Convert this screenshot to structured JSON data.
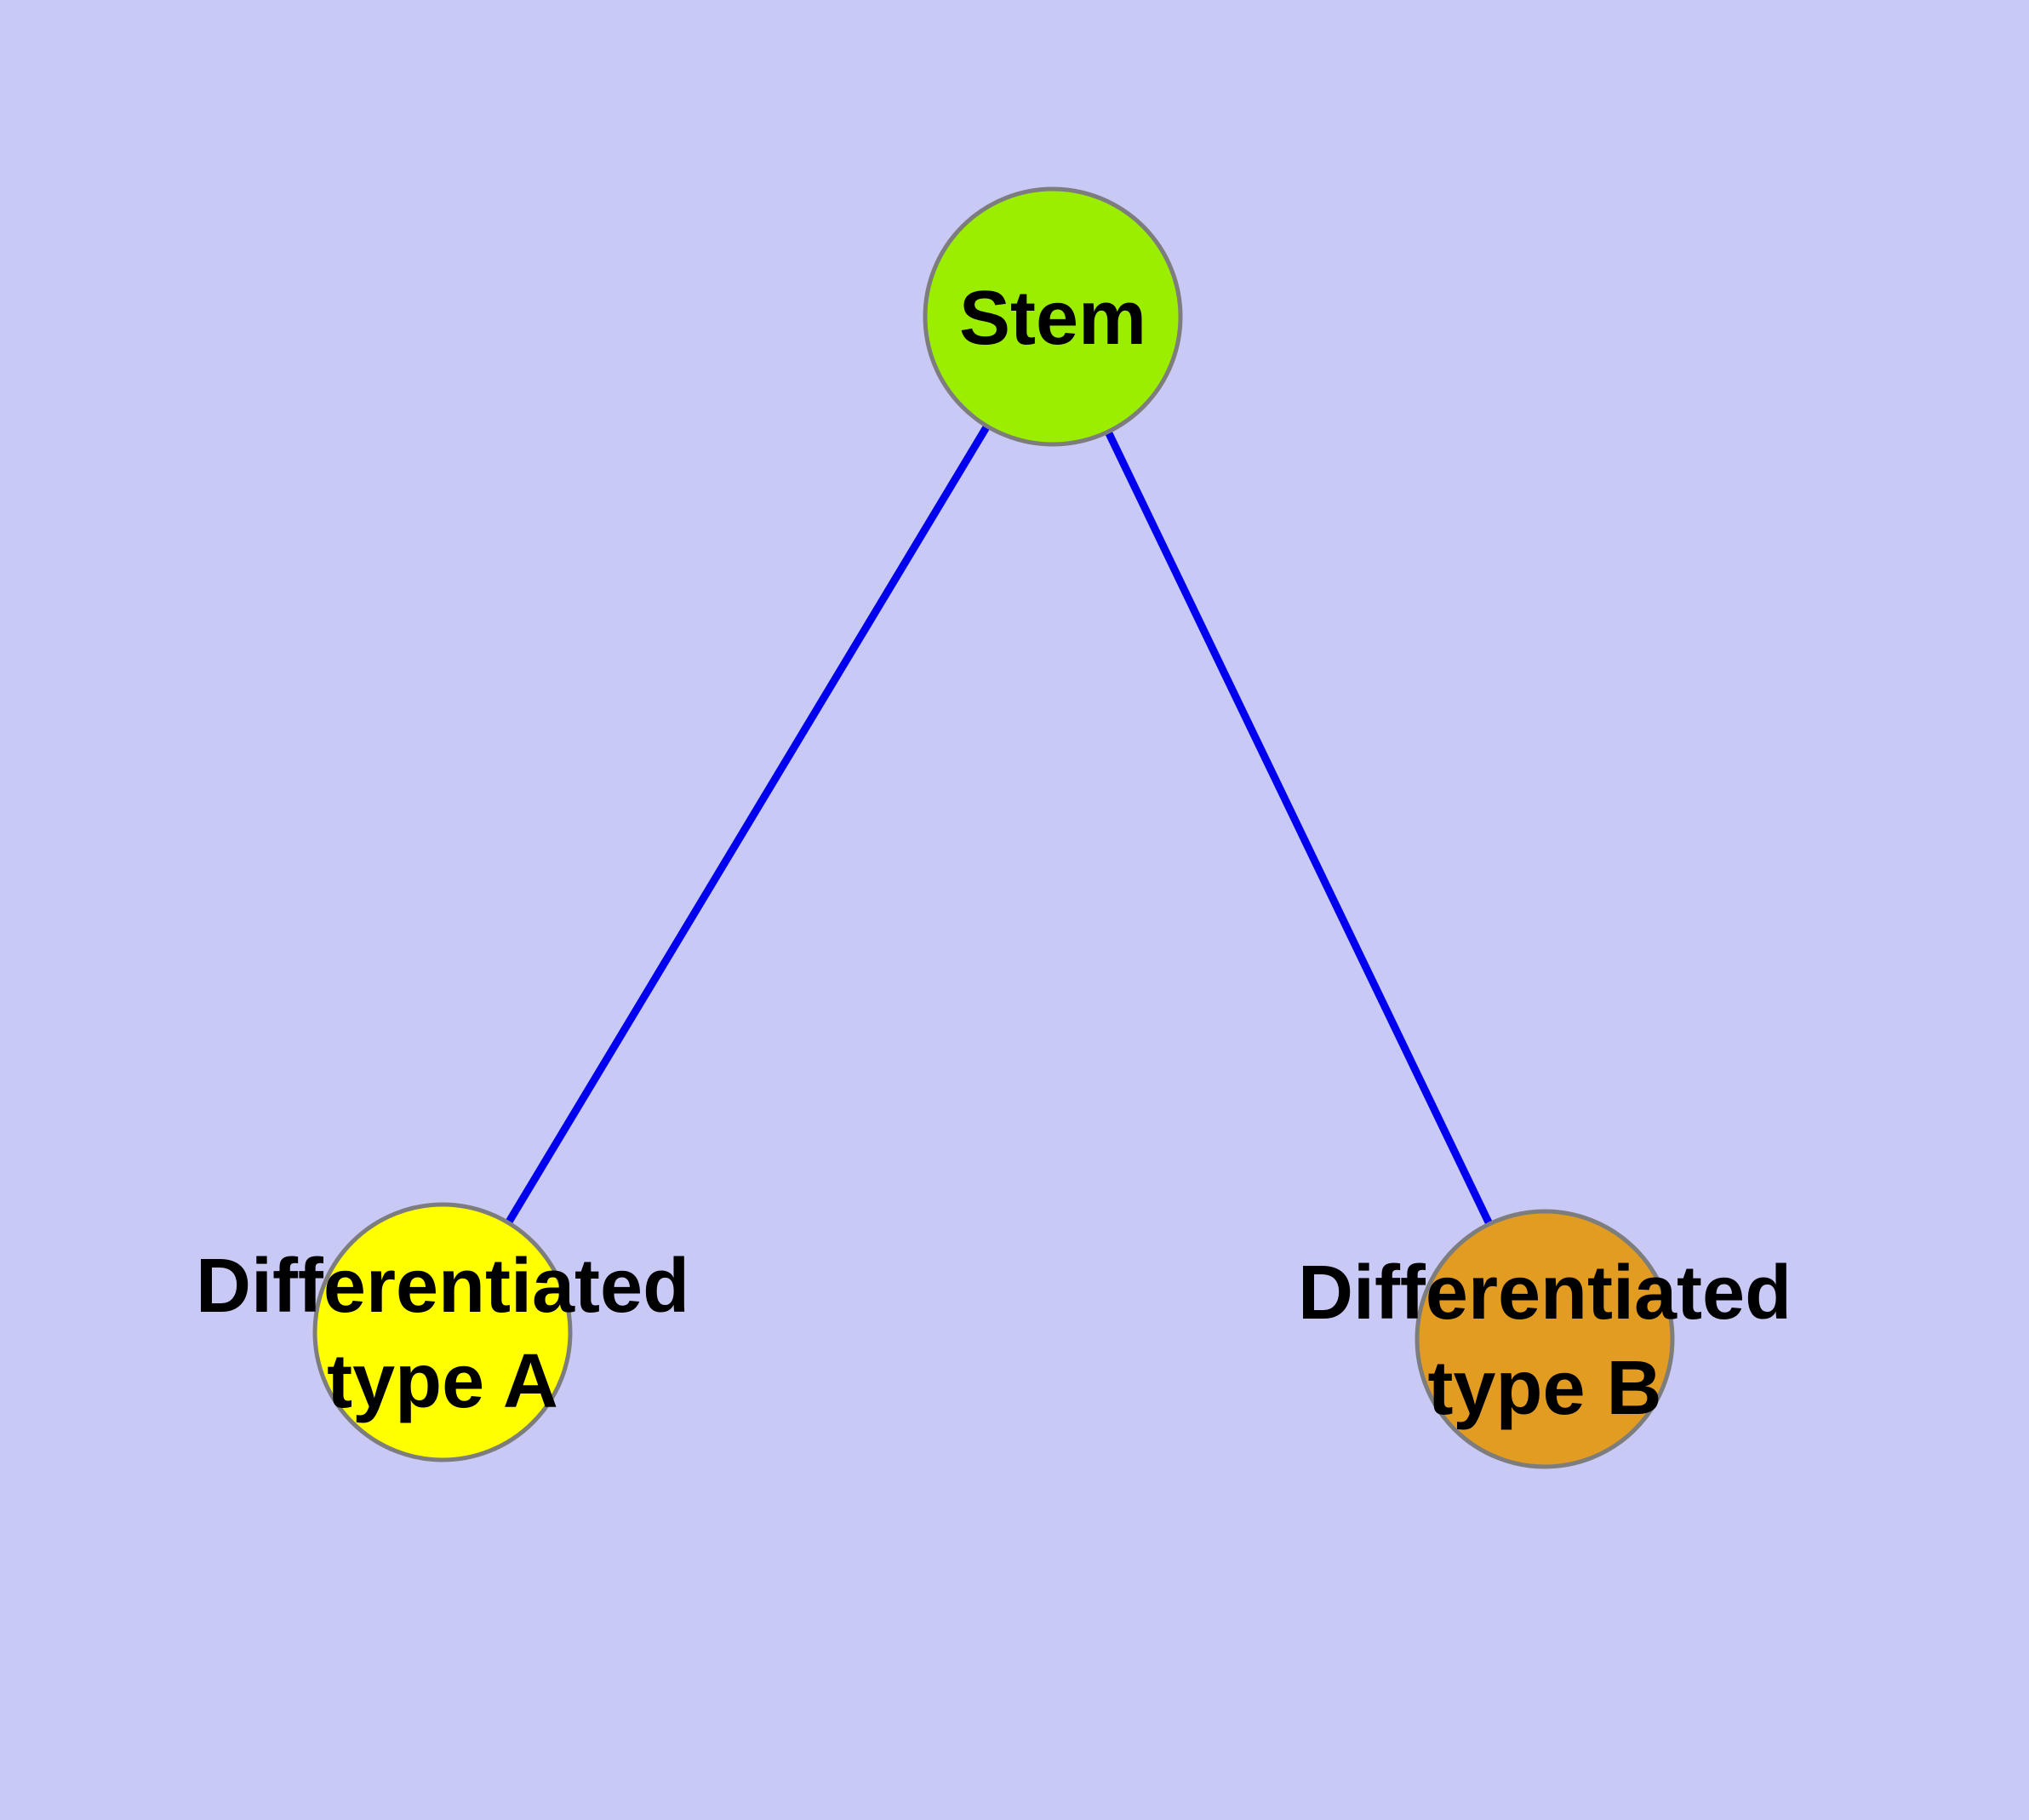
{
  "diagram": {
    "type": "node-link-graph",
    "nodes": {
      "stem": {
        "label": "Stem",
        "color": "#9BEE00"
      },
      "type_a": {
        "label_line1": "Differentiated",
        "label_line2": "type A",
        "color": "#FFFF00"
      },
      "type_b": {
        "label_line1": "Differentiated",
        "label_line2": "type B",
        "color": "#E39C22"
      }
    },
    "edges": [
      {
        "from": "Stem",
        "to": "Differentiated type A"
      },
      {
        "from": "Stem",
        "to": "Differentiated type B"
      }
    ],
    "colors": {
      "background": "#C9C9F6",
      "edge": "#0000EE",
      "node_border": "#7D7D7D",
      "label_text": "#000000"
    }
  }
}
